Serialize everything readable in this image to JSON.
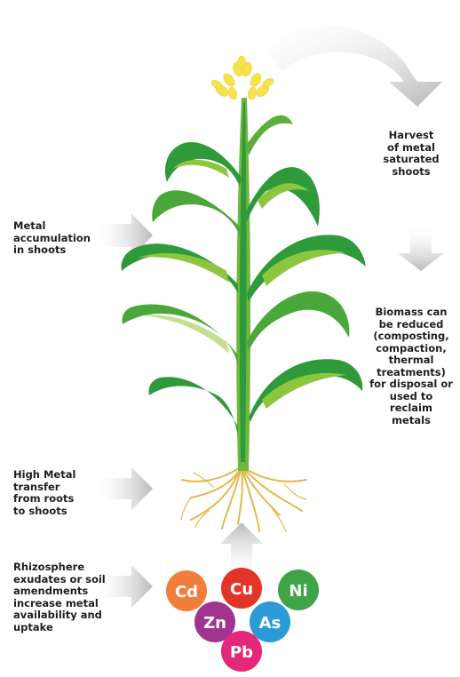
{
  "labels": {
    "harvest": "Harvest\nof metal\nsaturated\nshoots",
    "accumulation": "Metal\naccumulation\nin shoots",
    "biomass": "Biomass can\nbe reduced\n(composting,\ncompaction,\nthermal\ntreatments)\nfor disposal or\nused to\nreclaim\nmetals",
    "transfer": "High Metal\ntransfer\nfrom roots\nto shoots",
    "rhizosphere": "Rhizosphere\nexudates or soil\namendments\nincrease metal\navailability and\nuptake"
  },
  "metals": [
    {
      "symbol": "Cd",
      "color": "#f07f3c"
    },
    {
      "symbol": "Cu",
      "color": "#e3342a"
    },
    {
      "symbol": "Ni",
      "color": "#3fa445"
    },
    {
      "symbol": "Zn",
      "color": "#a1348f"
    },
    {
      "symbol": "As",
      "color": "#2a9bd6"
    },
    {
      "symbol": "Pb",
      "color": "#e5277a"
    }
  ],
  "colors": {
    "leaf_dark": "#2f9a3a",
    "leaf_light": "#8cc63f",
    "leaf_pale": "#c6df8e",
    "tassel": "#f7e24b",
    "root": "#e8c15a",
    "arrow": "#cfcfcf"
  }
}
